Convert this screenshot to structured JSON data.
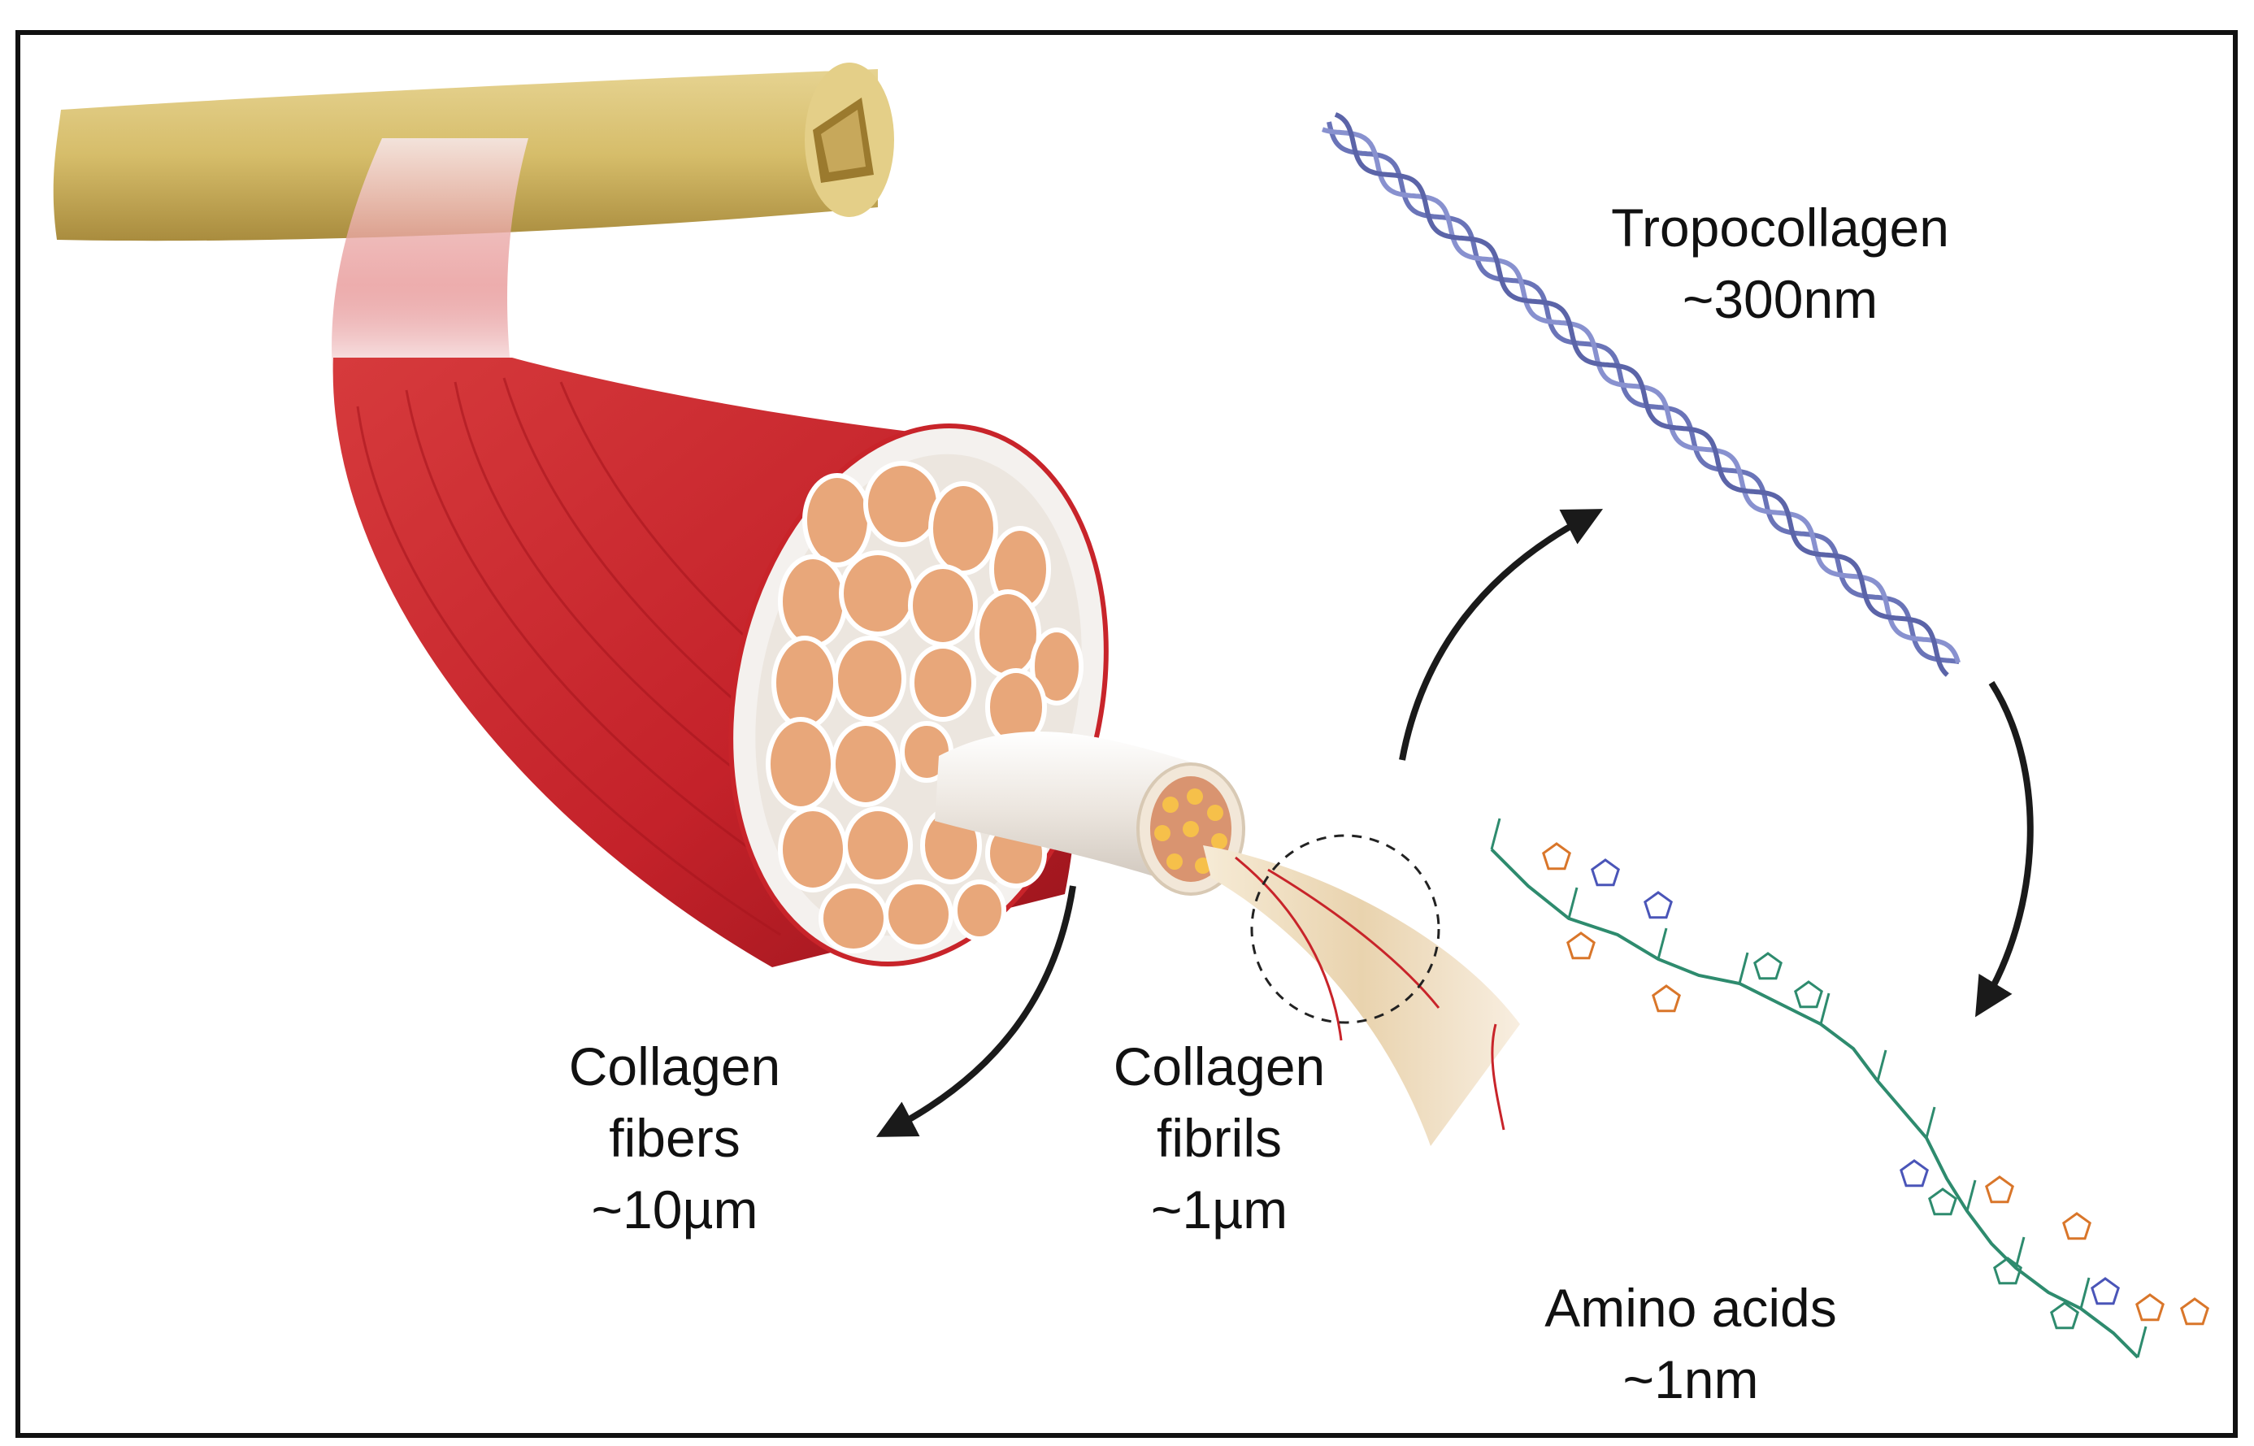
{
  "labels": {
    "tropocollagen": {
      "name": "Tropocollagen",
      "size": "~300nm"
    },
    "collagen_fibers": {
      "line1": "Collagen",
      "line2": "fibers",
      "size": "~10µm"
    },
    "collagen_fibrils": {
      "line1": "Collagen",
      "line2": "fibrils",
      "size": "~1µm"
    },
    "amino_acids": {
      "name": "Amino acids",
      "size": "~1nm"
    }
  },
  "colors": {
    "bone": "#d9c47a",
    "muscle": "#c8242a",
    "fiber_cross_section": "#e8a77a",
    "fibril": "#ecd9b6",
    "tropocollagen_helix": "#7b86c4",
    "amino_green": "#2e8b6e",
    "amino_orange": "#d9762a",
    "amino_blue": "#4a55b8",
    "arrow": "#1a1a1a",
    "frame": "#111111"
  }
}
